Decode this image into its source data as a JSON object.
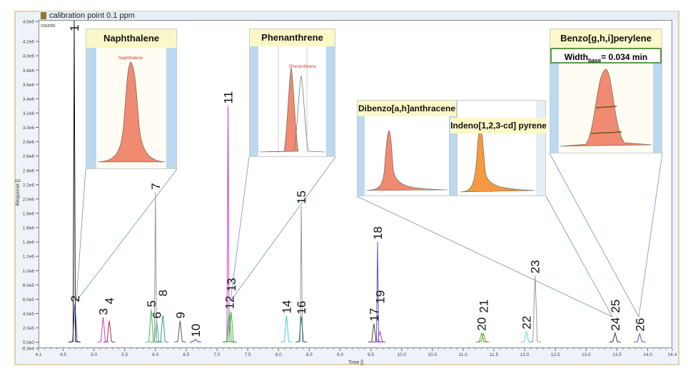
{
  "window": {
    "title": "calibration point 0.1 ppm",
    "title_icon": "chromatogram-icon"
  },
  "chart_data": {
    "type": "line",
    "title": "calibration point 0.1 ppm",
    "xlabel": "Time []",
    "ylabel": "Response []",
    "y_unit_label": "counts",
    "xlim": [
      4.1,
      14.4
    ],
    "ylim": [
      -83000,
      4500000
    ],
    "x_ticks": [
      "4.1",
      "4.5",
      "5.0",
      "5.5",
      "6.0",
      "6.5",
      "7.0",
      "7.5",
      "8.0",
      "8.5",
      "9.0",
      "9.5",
      "10.0",
      "10.5",
      "11.0",
      "11.5",
      "12.0",
      "12.5",
      "13.0",
      "13.5",
      "14.0",
      "14.4"
    ],
    "y_ticks": [
      "4.5e6",
      "4.2e6",
      "4.0e6",
      "3.8e6",
      "3.6e6",
      "3.4e6",
      "3.2e6",
      "3.0e6",
      "2.8e6",
      "2.6e6",
      "2.4e6",
      "2.2e6",
      "2.0e6",
      "1.8e6",
      "1.6e6",
      "1.4e6",
      "1.2e6",
      "1.0e6",
      "8.0e5",
      "6.0e5",
      "4.0e5",
      "2.0e5",
      "0.0e0",
      "-8.3e4"
    ],
    "grid": false,
    "peaks": [
      {
        "label": "1",
        "rt": 4.68,
        "height": 4500000,
        "color": "#111111"
      },
      {
        "label": "2",
        "rt": 4.69,
        "height": 530000,
        "color": "#2a2a8a"
      },
      {
        "label": "3",
        "rt": 5.15,
        "height": 350000,
        "color": "#d040c0"
      },
      {
        "label": "4",
        "rt": 5.25,
        "height": 300000,
        "color": "#a03040"
      },
      {
        "label": "5",
        "rt": 5.93,
        "height": 460000,
        "color": "#40c040"
      },
      {
        "label": "6",
        "rt": 6.02,
        "height": 300000,
        "color": "#40b0a0"
      },
      {
        "label": "7",
        "rt": 6.0,
        "height": 2100000,
        "color": "#999999"
      },
      {
        "label": "8",
        "rt": 6.12,
        "height": 380000,
        "color": "#30a090"
      },
      {
        "label": "9",
        "rt": 6.4,
        "height": 300000,
        "color": "#555555"
      },
      {
        "label": "10",
        "rt": 6.65,
        "height": 40000,
        "color": "#4040c0"
      },
      {
        "label": "11",
        "rt": 7.18,
        "height": 3300000,
        "color": "#c040d0"
      },
      {
        "label": "12",
        "rt": 7.2,
        "height": 430000,
        "color": "#40b040"
      },
      {
        "label": "13",
        "rt": 7.23,
        "height": 430000,
        "color": "#30c030"
      },
      {
        "label": "14",
        "rt": 8.13,
        "height": 370000,
        "color": "#40d0c0"
      },
      {
        "label": "15",
        "rt": 8.37,
        "height": 1900000,
        "color": "#999999"
      },
      {
        "label": "16",
        "rt": 8.37,
        "height": 360000,
        "color": "#307070"
      },
      {
        "label": "17",
        "rt": 9.55,
        "height": 260000,
        "color": "#444444"
      },
      {
        "label": "18",
        "rt": 9.61,
        "height": 1400000,
        "color": "#6050c0"
      },
      {
        "label": "19",
        "rt": 9.65,
        "height": 150000,
        "color": "#c040c0"
      },
      {
        "label": "20",
        "rt": 11.3,
        "height": 130000,
        "color": "#40c040"
      },
      {
        "label": "21",
        "rt": 11.33,
        "height": 120000,
        "color": "#a08020"
      },
      {
        "label": "22",
        "rt": 12.03,
        "height": 150000,
        "color": "#60d8d0"
      },
      {
        "label": "23",
        "rt": 12.17,
        "height": 930000,
        "color": "#999999"
      },
      {
        "label": "24",
        "rt": 13.47,
        "height": 130000,
        "color": "#333333"
      },
      {
        "label": "25",
        "rt": 13.47,
        "height": 125000,
        "color": "#555555"
      },
      {
        "label": "26",
        "rt": 13.87,
        "height": 120000,
        "color": "#5050b0"
      }
    ]
  },
  "insets": {
    "naphthalene": {
      "title": "Naphthalene",
      "peak_label": "Naphthalene",
      "fill": "#f08a70"
    },
    "phenanthrene": {
      "title": "Phenanthrene",
      "peak_label": "Phenanthrene",
      "fill": "#f08a70"
    },
    "dibenzo": {
      "title": "Dibenzo[a,h]anthracene",
      "fill": "#f08a70"
    },
    "indeno": {
      "title": "Indeno[1,2,3-cd] pyrene",
      "fill": "#f59a40"
    },
    "benzo": {
      "title": "Benzo[g,h,i]perylene",
      "width_prefix": "Width",
      "width_sub": "base",
      "width_value": "= 0.034 min",
      "fill": "#f08a70"
    }
  }
}
